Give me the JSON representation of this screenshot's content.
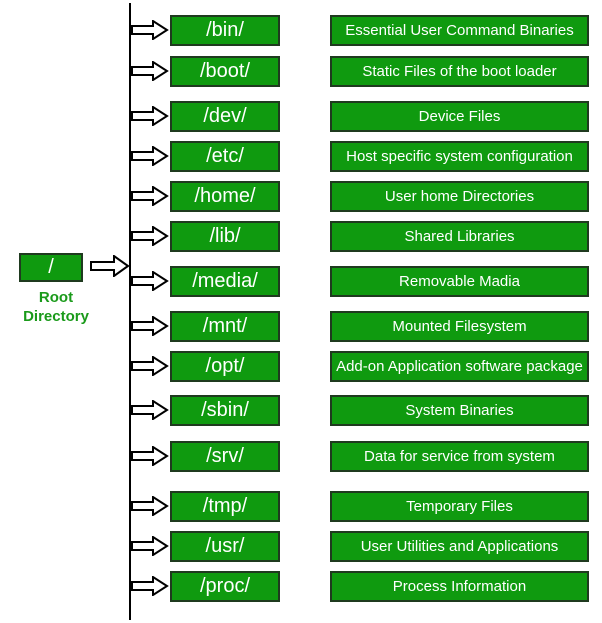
{
  "root": {
    "label": "/",
    "caption_line1": "Root",
    "caption_line2": "Directory"
  },
  "colors": {
    "box_fill": "#0f9a0f",
    "box_border": "#1f3a1f",
    "caption": "#1a9a1a",
    "text": "#ffffff"
  },
  "entries": [
    {
      "dir": "/bin/",
      "desc": "Essential User Command Binaries"
    },
    {
      "dir": "/boot/",
      "desc": "Static Files of the boot loader"
    },
    {
      "dir": "/dev/",
      "desc": "Device Files"
    },
    {
      "dir": "/etc/",
      "desc": "Host specific system configuration"
    },
    {
      "dir": "/home/",
      "desc": "User home Directories"
    },
    {
      "dir": "/lib/",
      "desc": "Shared Libraries"
    },
    {
      "dir": "/media/",
      "desc": "Removable Madia"
    },
    {
      "dir": "/mnt/",
      "desc": "Mounted Filesystem"
    },
    {
      "dir": "/opt/",
      "desc": "Add-on Application software package"
    },
    {
      "dir": "/sbin/",
      "desc": "System Binaries"
    },
    {
      "dir": "/srv/",
      "desc": "Data for service from system"
    },
    {
      "dir": "/tmp/",
      "desc": "Temporary Files"
    },
    {
      "dir": "/usr/",
      "desc": "User Utilities and Applications"
    },
    {
      "dir": "/proc/",
      "desc": "Process Information"
    }
  ]
}
